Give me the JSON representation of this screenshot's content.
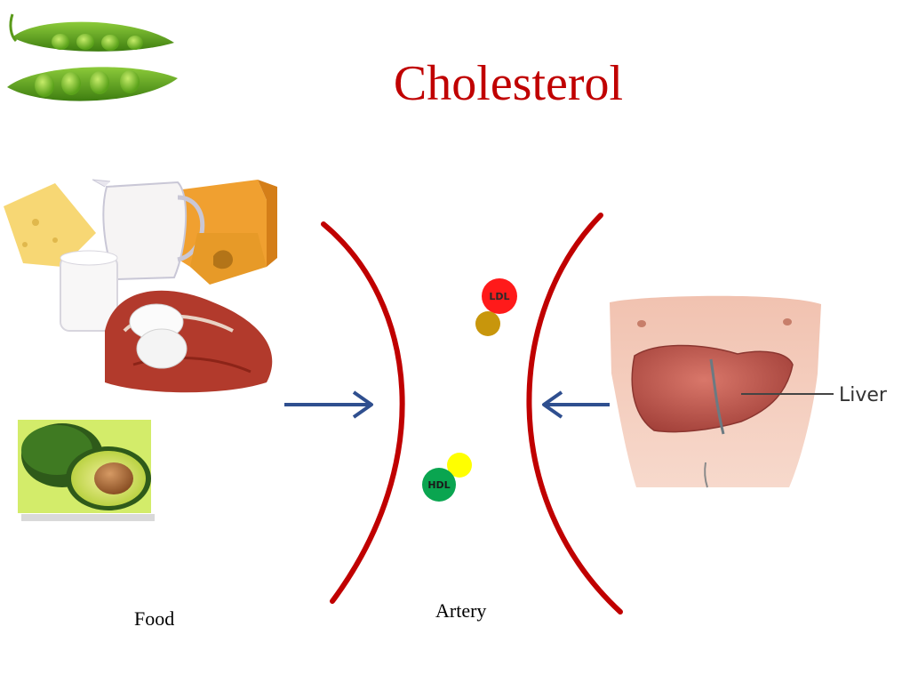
{
  "slide": {
    "title": "Cholesterol",
    "labels": {
      "food": "Food",
      "artery": "Artery",
      "liver": "Liver",
      "ldl": "LDL",
      "hdl": "HDL"
    }
  },
  "colors": {
    "title": "#c00000",
    "artery_wall": "#c00000",
    "arrow": "#2f4f8f",
    "ldl": "#ff1a1a",
    "ldl_partner": "#c8960c",
    "hdl": "#0aa550",
    "hdl_partner": "#ffff00"
  },
  "images": [
    "pea-pod-icon",
    "dairy-meat-eggs-icon",
    "avocado-icon",
    "liver-torso-icon"
  ]
}
